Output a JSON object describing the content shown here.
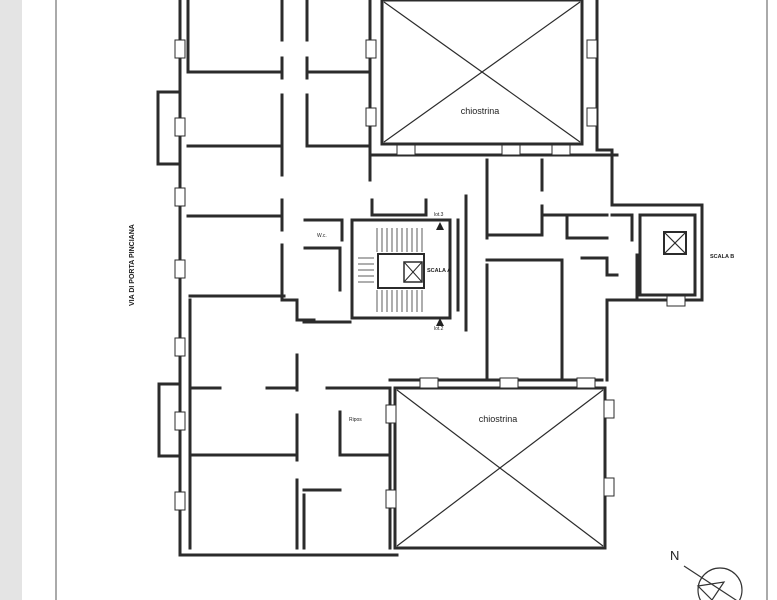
{
  "plan": {
    "street": "VIA DI PORTA PINCIANA",
    "courtyards": [
      "chiostrina",
      "chiostrina"
    ],
    "stair_a": "SCALA A",
    "stair_b": "SCALA B",
    "lift_top": "lot.3",
    "lift_bottom": "lot.2",
    "room_wc": "W.c.",
    "room_storage": "Ripos",
    "north": "N"
  }
}
